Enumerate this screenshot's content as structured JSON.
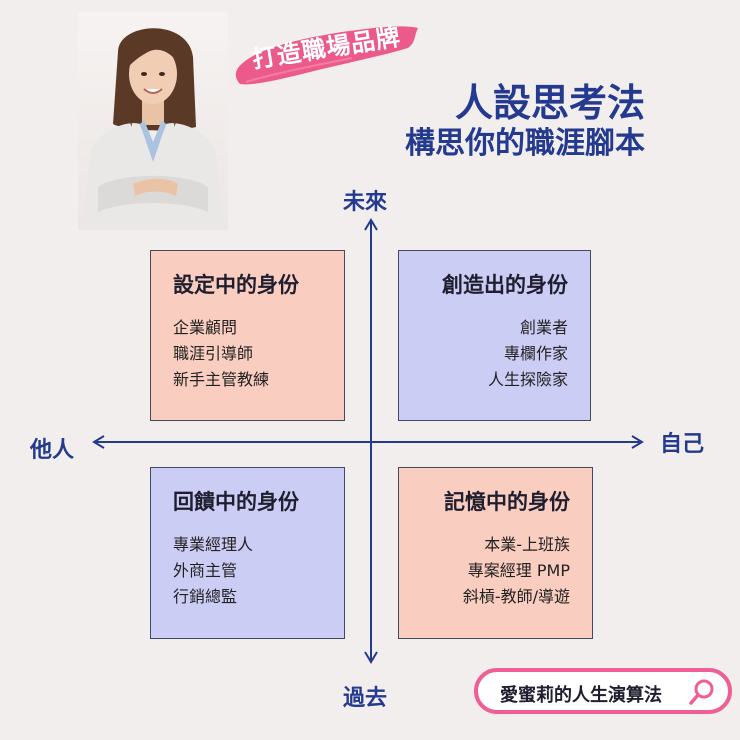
{
  "tag": "打造職場品牌",
  "title_main": "人設思考法",
  "title_sub": "構思你的職涯腳本",
  "axes": {
    "top": "未來",
    "bottom": "過去",
    "left": "他人",
    "right": "自己"
  },
  "quadrants": {
    "top_left": {
      "title": "設定中的身份",
      "items": [
        "企業顧問",
        "職涯引導師",
        "新手主管教練"
      ],
      "color": "#f9cdbf"
    },
    "top_right": {
      "title": "創造出的身份",
      "items": [
        "創業者",
        "專欄作家",
        "人生探險家"
      ],
      "color": "#cccdf5"
    },
    "bottom_left": {
      "title": "回饋中的身份",
      "items": [
        "專業經理人",
        "外商主管",
        "行銷總監"
      ],
      "color": "#cccdf5"
    },
    "bottom_right": {
      "title": "記憶中的身份",
      "items": [
        "本業-上班族",
        "專案經理 PMP",
        "斜槓-教師/導遊"
      ],
      "color": "#f9cdbf"
    }
  },
  "search": {
    "text": "愛蜜莉的人生演算法",
    "icon": "search-icon"
  },
  "colors": {
    "accent_blue": "#243a8f",
    "accent_pink": "#ef5f95",
    "background": "#f3eeee"
  }
}
